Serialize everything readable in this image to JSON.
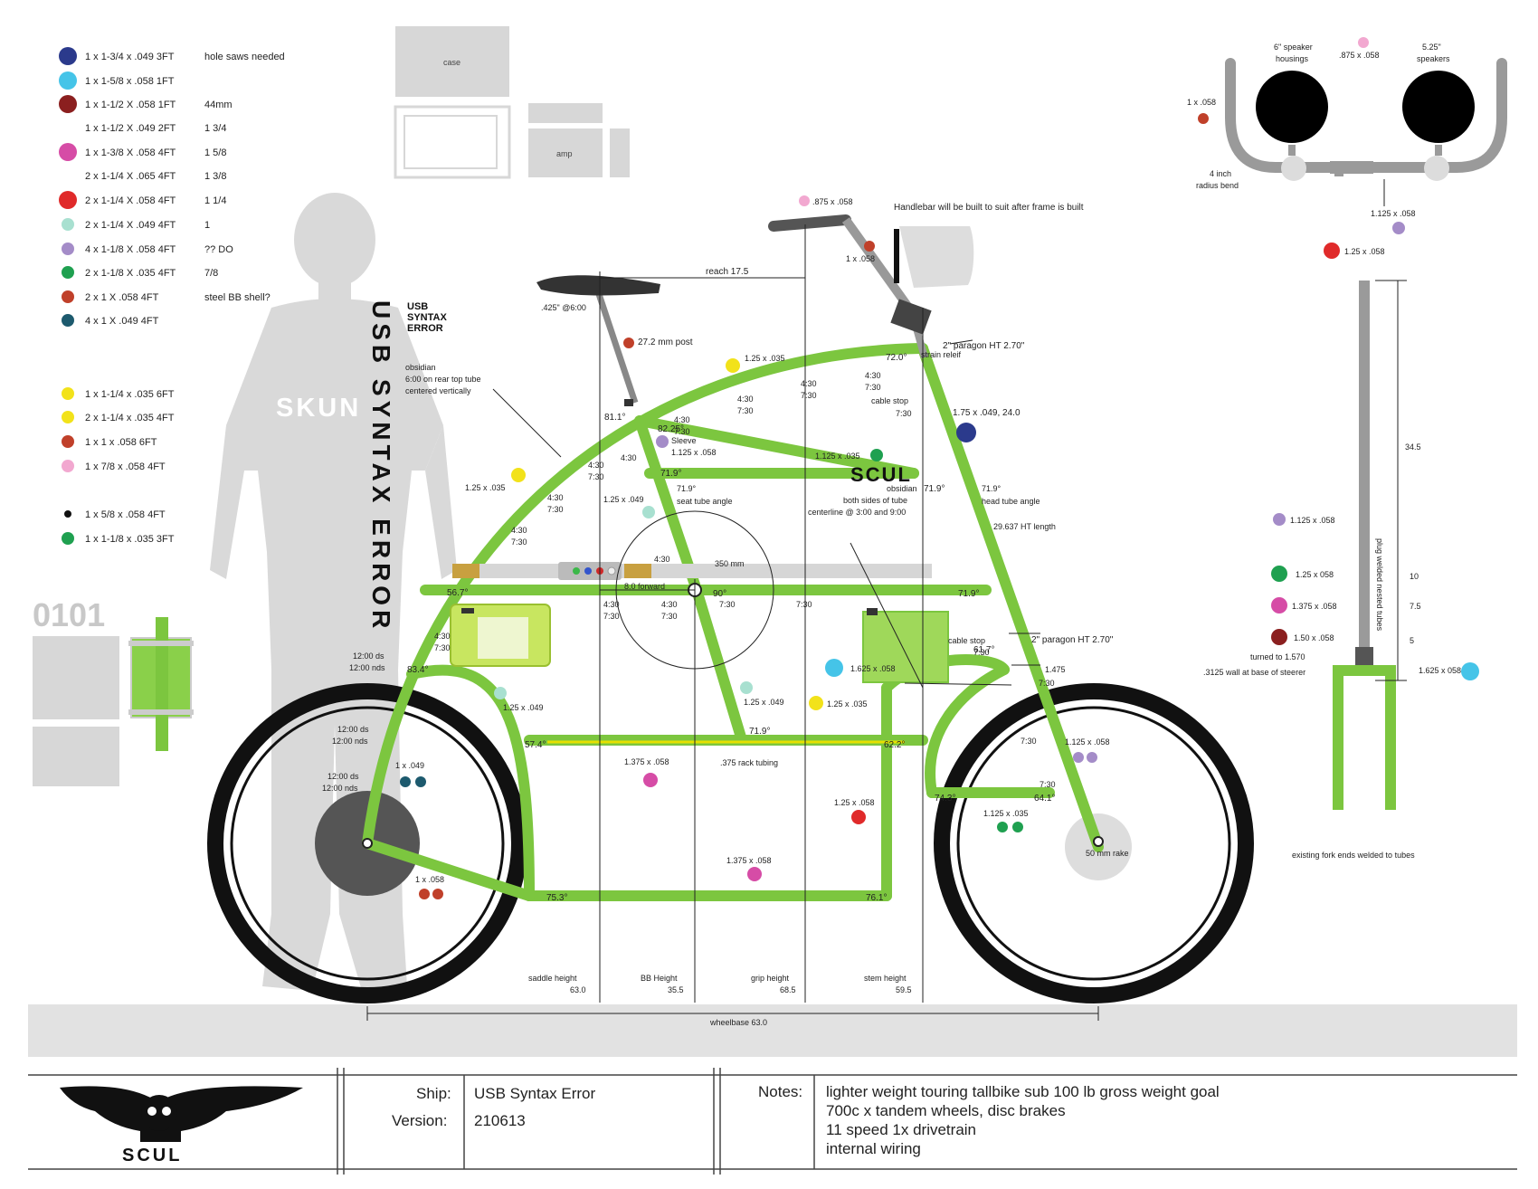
{
  "legend": {
    "items": [
      {
        "color": "#2b3a8c",
        "spec": "1 x 1-3/4 x .049 3FT",
        "note": "hole saws needed"
      },
      {
        "color": "#45c4e8",
        "spec": "1 x 1-5/8 x .058 1FT",
        "note": ""
      },
      {
        "color": "#8b1f1f",
        "spec": "1 x 1-1/2 X .058 1FT",
        "note": "44mm"
      },
      {
        "color": "",
        "spec": "1 x 1-1/2 X .049 2FT",
        "note": "1 3/4"
      },
      {
        "color": "#d64ca6",
        "spec": "1 x 1-3/8 X .058 4FT",
        "note": "1 5/8"
      },
      {
        "color": "",
        "spec": "2 x 1-1/4 X .065 4FT",
        "note": "1 3/8"
      },
      {
        "color": "#e02a2a",
        "spec": "2 x 1-1/4 X .058 4FT",
        "note": "1 1/4"
      },
      {
        "color": "#a8e0d0",
        "spec": "2 x 1-1/4 X .049 4FT",
        "note": "1"
      },
      {
        "color": "#a48cc8",
        "spec": "4 x 1-1/8 X .058 4FT",
        "note": "?? DO"
      },
      {
        "color": "#1fa050",
        "spec": "2 x 1-1/8 X .035 4FT",
        "note": "7/8"
      },
      {
        "color": "#c0402a",
        "spec": "2 x 1 X .058 4FT",
        "note": "steel BB shell?"
      },
      {
        "color": "#1d5a6e",
        "spec": "4 x 1 X .049 4FT",
        "note": ""
      },
      {
        "color": "#f2e21a",
        "spec": "1 x 1-1/4 x .035 6FT",
        "note": ""
      },
      {
        "color": "#f2e21a",
        "spec": "2 x 1-1/4 x .035 4FT",
        "note": ""
      },
      {
        "color": "#c0402a",
        "spec": "1 x 1 x .058 6FT",
        "note": ""
      },
      {
        "color": "#f2a8d0",
        "spec": "1 x 7/8 x .058 4FT",
        "note": ""
      },
      {
        "color": "#111111",
        "spec": "1 x 5/8 x .058 4FT",
        "note": ""
      },
      {
        "color": "#1fa050",
        "spec": "1 x 1-1/8 x .035 3FT",
        "note": ""
      }
    ]
  },
  "components": {
    "case": "case",
    "amp": "amp",
    "vertical_title": "USB SYNTAX ERROR",
    "shirt_text": "SKUN",
    "binary": "0101",
    "frame_logo": "SCUL"
  },
  "annotations": {
    "reach": "reach 17.5",
    "handlebar_note": "Handlebar will be built to suit after frame is built",
    "seatpost_clamp": ".425\" @6:00",
    "post": "27.2 mm post",
    "obsidian_rear_1": "obsidian",
    "obsidian_rear_2": "6:00 on rear top tube",
    "obsidian_rear_3": "centered vertically",
    "paragon_ht_top": "2\" paragon HT 2.70\"",
    "strain_relief": "strain releif",
    "cable_stop_top_1": "cable stop",
    "cable_stop_top_2": "7:30",
    "downtube_spec": "1.75 x .049, 24.0",
    "sleeve_1": "Sleeve",
    "sleeve_2": "1.125 x .058",
    "seat_tube_angle_1": "71.9°",
    "seat_tube_angle_2": "seat tube angle",
    "head_tube_angle_1": "71.9°",
    "head_tube_angle_2": "head tube angle",
    "ht_length": "29.637 HT length",
    "obsidian_mid_1": "obsidian",
    "obsidian_mid_2": "both sides of tube",
    "obsidian_mid_3": "centerline @ 3:00 and 9:00",
    "forward": "8.0 forward",
    "radius_350": "350 mm",
    "paragon_ht_bottom": "2\" paragon HT 2.70\"",
    "cable_stop_bottom_1": "cable stop",
    "cable_stop_bottom_2": "7:30",
    "val_1475": "1.475",
    "rack_tubing": ".375 rack tubing",
    "rake": "50 mm rake",
    "saddle_height_1": "saddle height",
    "saddle_height_2": "63.0",
    "bb_height_1": "BB Height",
    "bb_height_2": "35.5",
    "grip_height_1": "grip height",
    "grip_height_2": "68.5",
    "stem_height_1": "stem height",
    "stem_height_2": "59.5",
    "wheelbase": "wheelbase 63.0",
    "clock_12_ds_1": "12:00 ds",
    "clock_12_nds_1": "12:00 nds",
    "clock_12_ds_2": "12:00 ds",
    "clock_12_nds_2": "12:00 nds",
    "clock_12_ds_3": "12:00 ds",
    "clock_12_nds_3": "12:00 nds"
  },
  "tube_labels": [
    {
      "text": ".875 x .058"
    },
    {
      "text": "1 x .058"
    },
    {
      "text": "1.25 x .035"
    },
    {
      "text": "1.125 x .035"
    },
    {
      "text": "1.25 x .035"
    },
    {
      "text": "1.25 x .049"
    },
    {
      "text": "1.25 x .049"
    },
    {
      "text": "1.25 x .049"
    },
    {
      "text": "1.625 x .058"
    },
    {
      "text": "1.25 x .035"
    },
    {
      "text": "1 x .049"
    },
    {
      "text": "1.375 x .058"
    },
    {
      "text": "1.125 x .058"
    },
    {
      "text": "1.25 x .058"
    },
    {
      "text": "1.125 x .035"
    },
    {
      "text": "1.375 x .058"
    },
    {
      "text": "1 x .058"
    }
  ],
  "angles": [
    "81.1°",
    "82.25°",
    "72.0°",
    "71.9°",
    "56.7°",
    "83.4°",
    "90°",
    "71.9°",
    "57.4°",
    "62.2°",
    "74.3°",
    "64.1°",
    "75.3°",
    "76.1°",
    "71.9°",
    "71.9°",
    "61.7°"
  ],
  "clock_marks": [
    "4:30",
    "7:30",
    "4:30",
    "7:30",
    "4:30",
    "7:30",
    "4:30",
    "7:30",
    "4:30",
    "7:30",
    "4:30",
    "7:30",
    "4:30",
    "7:30",
    "4:30",
    "7:30",
    "4:30",
    "4:30",
    "7:30",
    "4:30",
    "7:30",
    "7:30",
    "7:30",
    "4:30",
    "7:30",
    "7:30",
    "7:30"
  ],
  "handlebar_detail": {
    "speaker_housings_1": "6\" speaker",
    "speaker_housings_2": "housings",
    "top_spec": ".875 x .058",
    "speakers_1": "5.25\"",
    "speakers_2": "speakers",
    "left_spec": "1 x .058",
    "bend_1": "4 inch",
    "bend_2": "radius bend",
    "stem_spec": "1.125 x .058",
    "bottom_spec": "1.25 x .058"
  },
  "fork_detail": {
    "len_total": "34.5",
    "plug": "plug welded nested tubes",
    "specs": [
      {
        "color": "#a48cc8",
        "text": "1.125 x .058",
        "len": ""
      },
      {
        "color": "#1fa050",
        "text": "1.25 x 058",
        "len": "10"
      },
      {
        "color": "#d64ca6",
        "text": "1.375 x .058",
        "len": "7.5"
      },
      {
        "color": "#8b1f1f",
        "text": "1.50 x .058",
        "len": "5"
      }
    ],
    "turned_1": "turned to 1.570",
    "turned_2": ".3125 wall at base of steerer",
    "right_spec": "1.625 x 058",
    "fork_ends": "existing fork ends welded to tubes"
  },
  "titleblock": {
    "ship_label": "Ship:",
    "ship_value": "USB Syntax Error",
    "version_label": "Version:",
    "version_value": "210613",
    "notes_label": "Notes:",
    "notes": [
      "lighter weight touring tallbike sub 100 lb gross weight goal",
      "700c x tandem wheels, disc brakes",
      "11 speed 1x drivetrain",
      "internal wiring"
    ],
    "logo_text": "SCUL"
  },
  "colors": {
    "frame": "#7cc63f",
    "tire": "#111111",
    "ground": "#e2e2e2",
    "silhouette": "#d9d9d9",
    "handlebar": "#9a9a9a"
  }
}
